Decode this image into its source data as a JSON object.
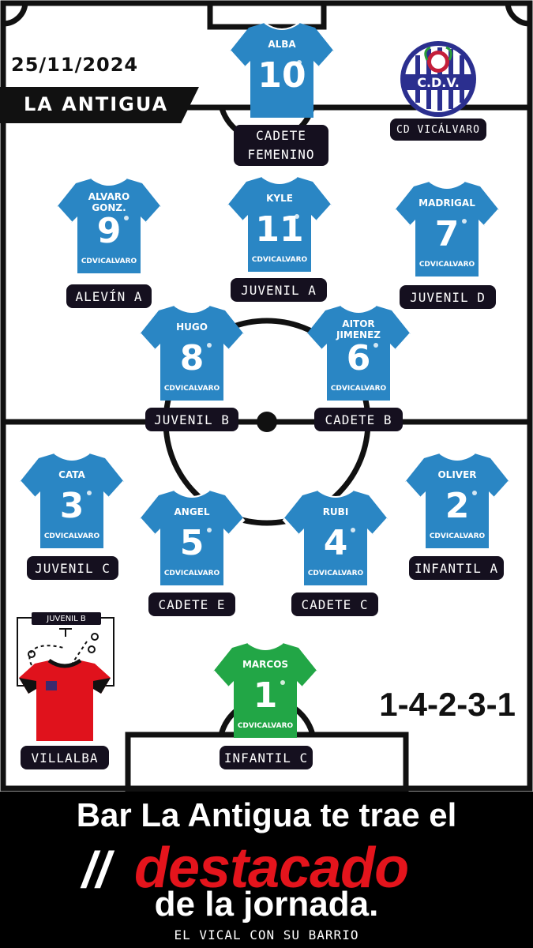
{
  "header": {
    "date": "25/11/2024",
    "sponsor_label": "LA ANTIGUA",
    "club_name": "CD VICÁLVARO",
    "crest_letters": "C.D.V."
  },
  "formation": "1-4-2-3-1",
  "colors": {
    "jersey_blue": "#2a86c4",
    "keeper_green": "#22a646",
    "highlight_red": "#e4141c",
    "pill_bg": "#15101f"
  },
  "players": [
    {
      "id": "alba",
      "name": "ALBA",
      "number": "10",
      "brand": "",
      "category_line1": "CADETE",
      "category_line2": "FEMENINO",
      "kit": "blue"
    },
    {
      "id": "alvaro",
      "name": "ALVARO GONZ.",
      "number": "9",
      "brand": "CDVICALVARO",
      "category_line1": "ALEVÍN A",
      "kit": "blue"
    },
    {
      "id": "kyle",
      "name": "KYLE",
      "number": "11",
      "brand": "CDVICALVARO",
      "category_line1": "JUVENIL A",
      "kit": "blue"
    },
    {
      "id": "madrigal",
      "name": "MADRIGAL",
      "number": "7",
      "brand": "CDVICALVARO",
      "category_line1": "JUVENIL D",
      "kit": "blue"
    },
    {
      "id": "hugo",
      "name": "HUGO",
      "number": "8",
      "brand": "CDVICALVARO",
      "category_line1": "JUVENIL B",
      "kit": "blue"
    },
    {
      "id": "aitor",
      "name": "AITOR JIMENEZ",
      "number": "6",
      "brand": "CDVICALVARO",
      "category_line1": "CADETE B",
      "kit": "blue"
    },
    {
      "id": "cata",
      "name": "CATA",
      "number": "3",
      "brand": "CDVICALVARO",
      "category_line1": "JUVENIL C",
      "kit": "blue"
    },
    {
      "id": "angel",
      "name": "ANGEL",
      "number": "5",
      "brand": "CDVICALVARO",
      "category_line1": "CADETE E",
      "kit": "blue"
    },
    {
      "id": "rubi",
      "name": "RUBI",
      "number": "4",
      "brand": "CDVICALVARO",
      "category_line1": "CADETE C",
      "kit": "blue"
    },
    {
      "id": "oliver",
      "name": "OLIVER",
      "number": "2",
      "brand": "CDVICALVARO",
      "category_line1": "INFANTIL A",
      "kit": "blue"
    },
    {
      "id": "marcos",
      "name": "MARCOS",
      "number": "1",
      "brand": "CDVICALVARO",
      "category_line1": "INFANTIL C",
      "kit": "green"
    }
  ],
  "coach": {
    "label": "JUVENIL B",
    "team": "VILLALBA"
  },
  "footer": {
    "line1": "Bar La Antigua te trae el",
    "slashes": "//",
    "highlight": "destacado",
    "line3": "de la jornada.",
    "tagline": "EL VICAL CON SU BARRIO"
  }
}
